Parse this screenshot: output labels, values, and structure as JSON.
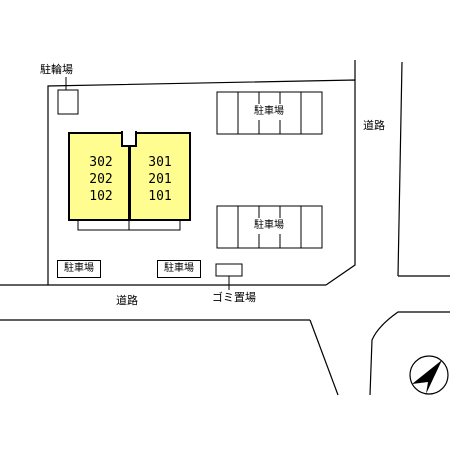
{
  "labels": {
    "bicycle_parking": "駐輪場",
    "parking_top": "駐車場",
    "parking_right": "駐車場",
    "parking_left_small": "駐車場",
    "parking_mid_small": "駐車場",
    "garbage": "ゴミ置場",
    "road_bottom": "道路",
    "road_right": "道路"
  },
  "building": {
    "left_units": [
      "302",
      "202",
      "102"
    ],
    "right_units": [
      "301",
      "201",
      "101"
    ],
    "fill_color": "#fffd8f"
  },
  "compass": {
    "icon": "north-arrow-icon",
    "direction": "north-east"
  }
}
